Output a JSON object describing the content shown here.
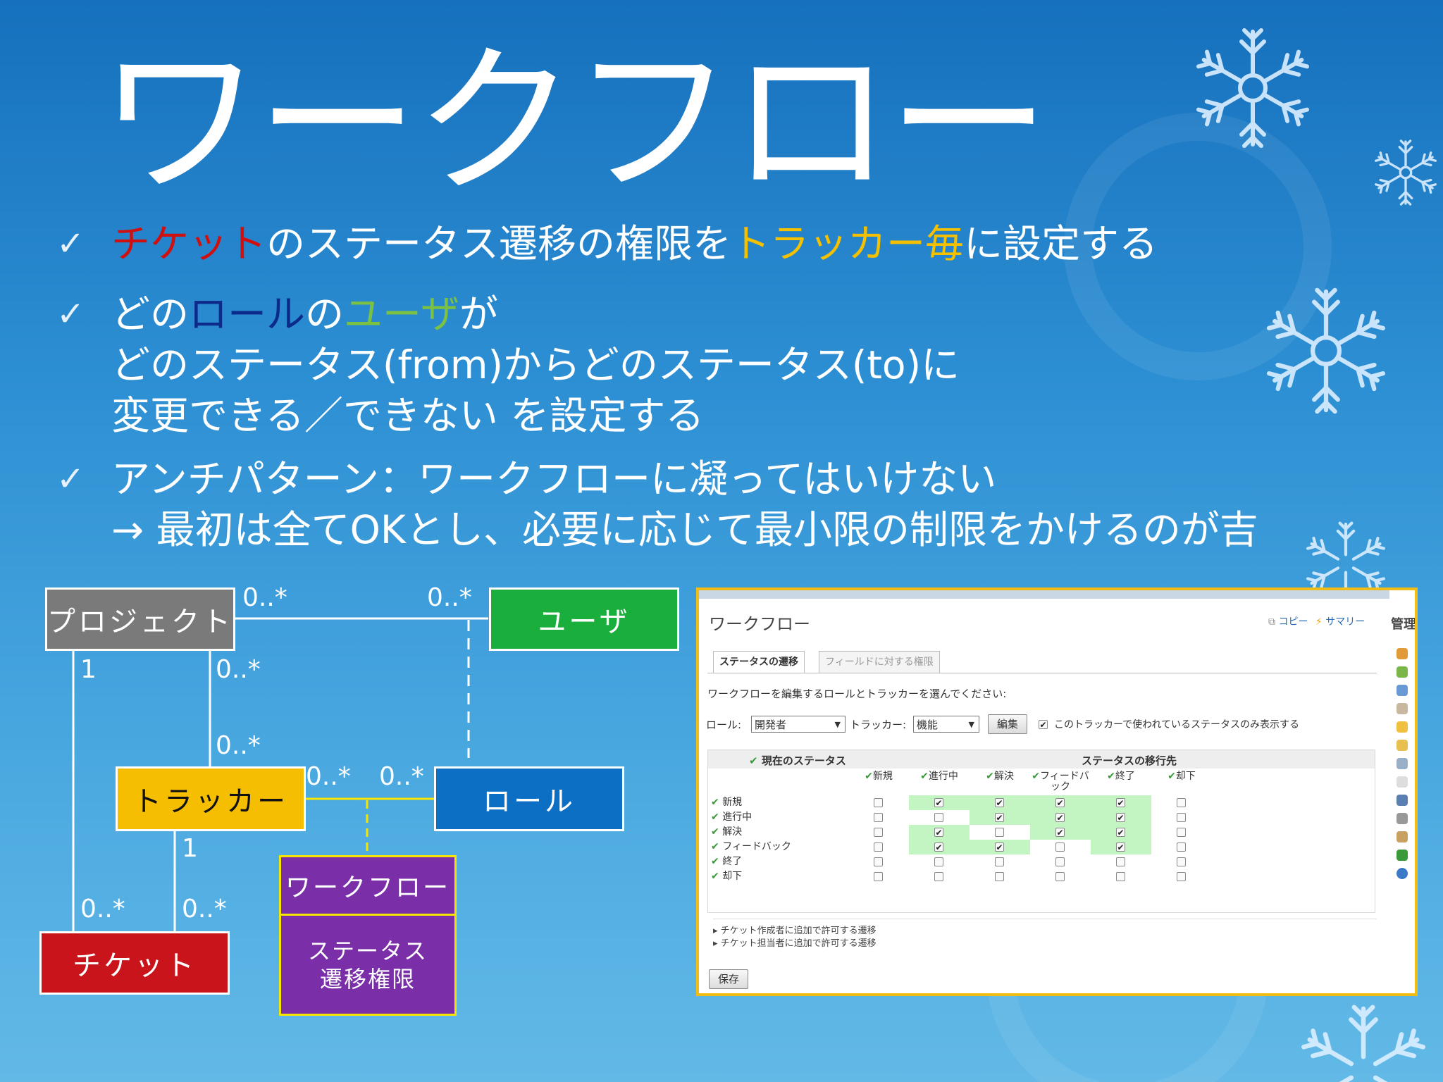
{
  "title": "ワークフロー",
  "bullets": {
    "check": "✓",
    "b1": {
      "p1": "チケット",
      "p2": "のステータス遷移の権限を",
      "p3": "トラッカー毎",
      "p4": "に設定する"
    },
    "b2": {
      "l1a": "どの",
      "l1b": "ロール",
      "l1c": "の",
      "l1d": "ユーザ",
      "l1e": "が",
      "l2": "どのステータス(from)からどのステータス(to)に",
      "l3": "変更できる／できない を設定する"
    },
    "b3": {
      "l1": "アンチパターン：ワークフローに凝ってはいけない",
      "l2": "→ 最初は全てOKとし、必要に応じて最小限の制限をかけるのが吉"
    }
  },
  "colors": {
    "ticket_red": "#d01010",
    "tracker_yellow": "#f4c000",
    "role_navy": "#0b2a8a",
    "user_green": "#7bc142",
    "accent_border": "#f1bd14"
  },
  "diagram": {
    "project": "プロジェクト",
    "user": "ユーザ",
    "tracker": "トラッカー",
    "role": "ロール",
    "ticket": "チケット",
    "workflow": "ワークフロー",
    "perm_l1": "ステータス",
    "perm_l2": "遷移権限",
    "m_proj_user": "0..*",
    "m_user_proj": "0..*",
    "m_proj_one": "1",
    "m_proj_tracker": "0..*",
    "m_tracker_proj": "0..*",
    "m_tracker_role": "0..*",
    "m_role_tracker": "0..*",
    "m_tracker_one": "1",
    "m_ticket_proj": "0..*",
    "m_ticket_tracker": "0..*"
  },
  "screenshot": {
    "title": "ワークフロー",
    "copy_link": "コピー",
    "summary_link": "サマリー",
    "admin_label": "管理",
    "tabs": [
      "ステータスの遷移",
      "フィールドに対する権限"
    ],
    "instruction": "ワークフローを編集するロールとトラッカーを選んでください:",
    "role_label": "ロール:",
    "role_value": "開発者",
    "tracker_label": "トラッカー:",
    "tracker_value": "機能",
    "edit_button": "編集",
    "only_used_label": "このトラッカーで使われているステータスのみ表示する",
    "current_status_header": "現在のステータス",
    "next_status_header": "ステータスの移行先",
    "columns": [
      "新規",
      "進行中",
      "解決",
      "フィードバック",
      "終了",
      "却下"
    ],
    "rows": [
      "新規",
      "進行中",
      "解決",
      "フィードバック",
      "終了",
      "却下"
    ],
    "matrix": [
      [
        0,
        1,
        1,
        1,
        1,
        0
      ],
      [
        0,
        0,
        1,
        1,
        1,
        0
      ],
      [
        0,
        1,
        0,
        1,
        1,
        0
      ],
      [
        0,
        1,
        1,
        0,
        1,
        0
      ],
      [
        0,
        0,
        0,
        0,
        0,
        0
      ],
      [
        0,
        0,
        0,
        0,
        0,
        0
      ]
    ],
    "green": [
      [
        0,
        1,
        1,
        1,
        1,
        0
      ],
      [
        0,
        0,
        1,
        1,
        1,
        0
      ],
      [
        0,
        1,
        0,
        1,
        1,
        0
      ],
      [
        0,
        1,
        1,
        0,
        1,
        0
      ],
      [
        0,
        0,
        0,
        0,
        0,
        0
      ],
      [
        0,
        0,
        0,
        0,
        0,
        0
      ]
    ],
    "author_rule": "チケット作成者に追加で許可する遷移",
    "assignee_rule": "チケット担当者に追加で許可する遷移",
    "save_button": "保存",
    "check_mark": "✔"
  }
}
